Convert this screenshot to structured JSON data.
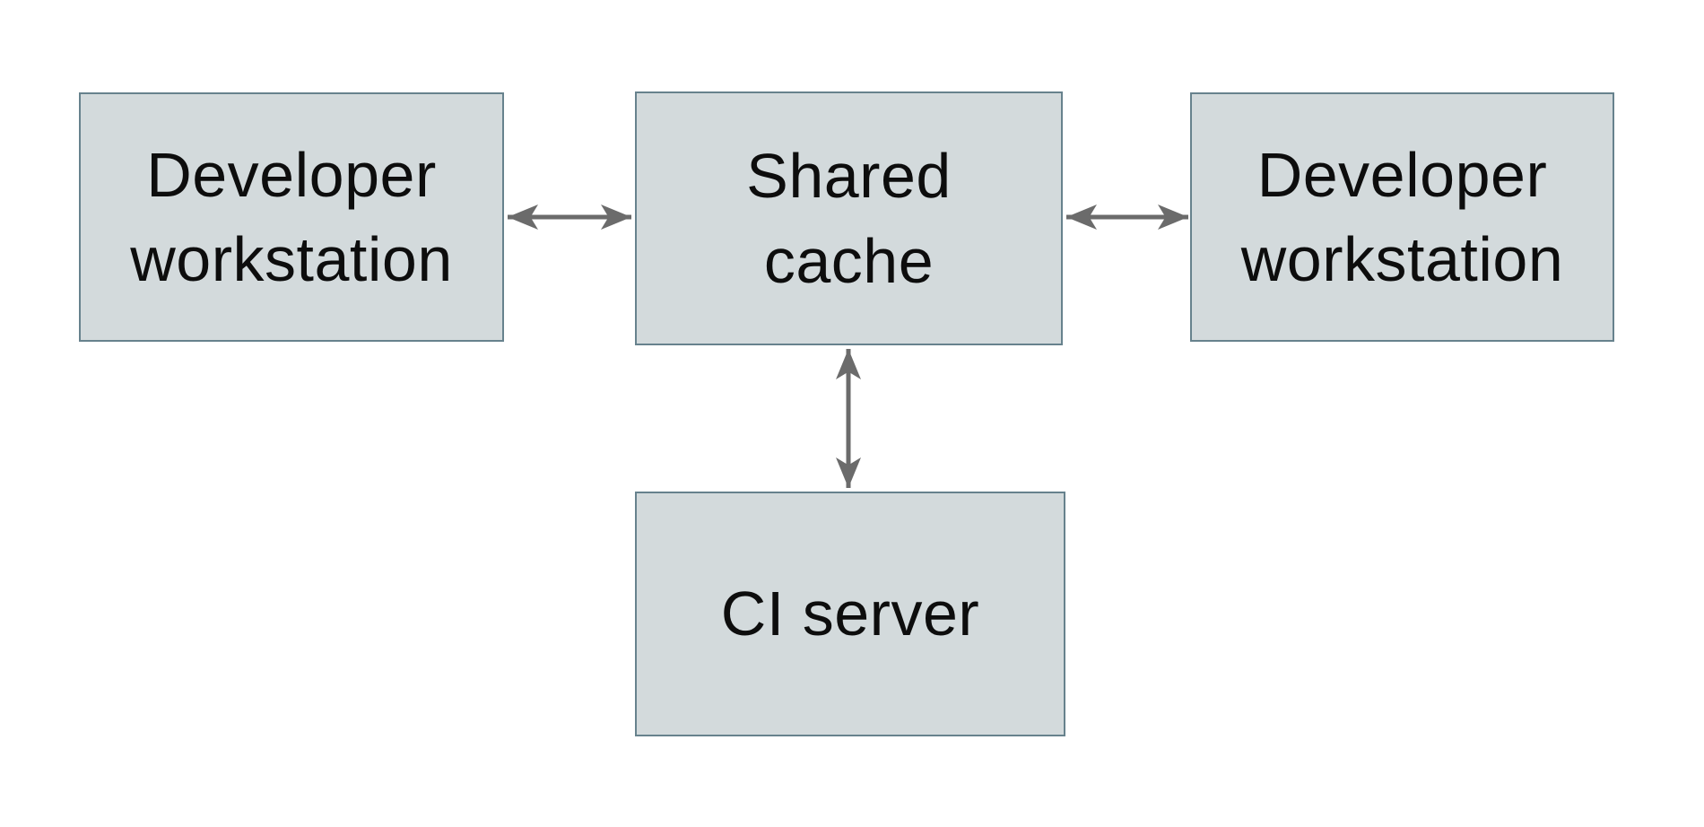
{
  "diagram": {
    "description": "Shared cache topology diagram",
    "nodes": {
      "dev_left": {
        "label": "Developer\nworkstation"
      },
      "shared_cache": {
        "label": "Shared\ncache"
      },
      "dev_right": {
        "label": "Developer\nworkstation"
      },
      "ci_server": {
        "label": "CI server"
      }
    },
    "edges": [
      {
        "from": "dev_left",
        "to": "shared_cache",
        "direction": "bidirectional"
      },
      {
        "from": "shared_cache",
        "to": "dev_right",
        "direction": "bidirectional"
      },
      {
        "from": "shared_cache",
        "to": "ci_server",
        "direction": "bidirectional"
      }
    ]
  },
  "colors": {
    "node_fill": "#d3dadc",
    "node_border": "#67828d",
    "arrow": "#6b6b6b",
    "text": "#0d0d0d",
    "background": "#ffffff"
  }
}
